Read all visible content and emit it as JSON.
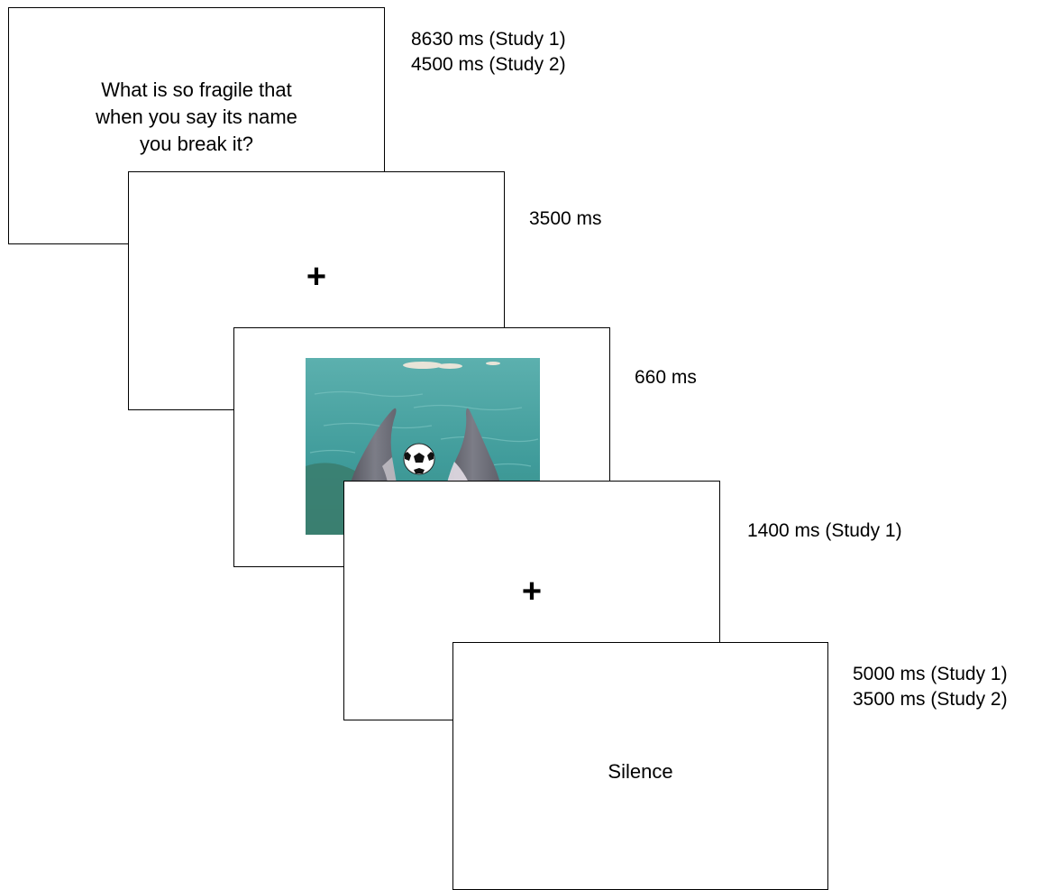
{
  "screens": {
    "question": {
      "text": "What is so fragile that\nwhen you say its name\nyou break it?"
    },
    "fixation_1": {
      "symbol": "+"
    },
    "image": {
      "content": "dolphins-with-soccer-ball-photo"
    },
    "fixation_2": {
      "symbol": "+"
    },
    "silence": {
      "text": "Silence"
    }
  },
  "timings": {
    "question": [
      "8630 ms (Study 1)",
      "4500 ms (Study 2)"
    ],
    "fixation_1": [
      "3500 ms"
    ],
    "image": [
      "660 ms"
    ],
    "fixation_2": [
      "1400 ms (Study 1)"
    ],
    "silence": [
      "5000 ms (Study 1)",
      "3500 ms (Study 2)"
    ]
  },
  "colors": {
    "border": "#000000",
    "background": "#ffffff",
    "water": "#4fa6a4",
    "dolphin": "#6e6f78"
  }
}
